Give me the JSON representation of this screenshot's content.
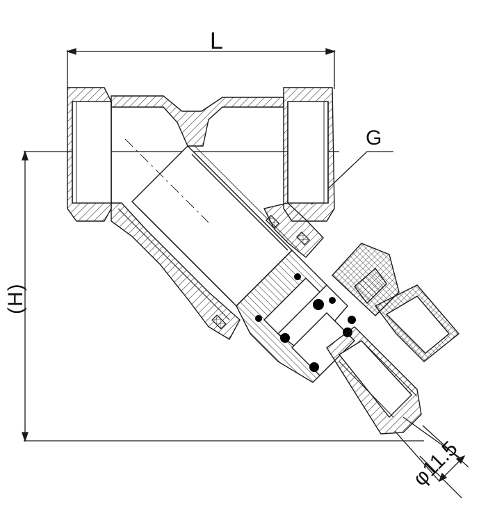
{
  "dimensions": {
    "length_label": "L",
    "height_label": "(H)",
    "thread_label": "G",
    "diameter_label": "φ11.5"
  },
  "colors": {
    "line": "#1a1a1a",
    "hatch": "#333333",
    "seal": "#000000",
    "background": "#ffffff"
  }
}
